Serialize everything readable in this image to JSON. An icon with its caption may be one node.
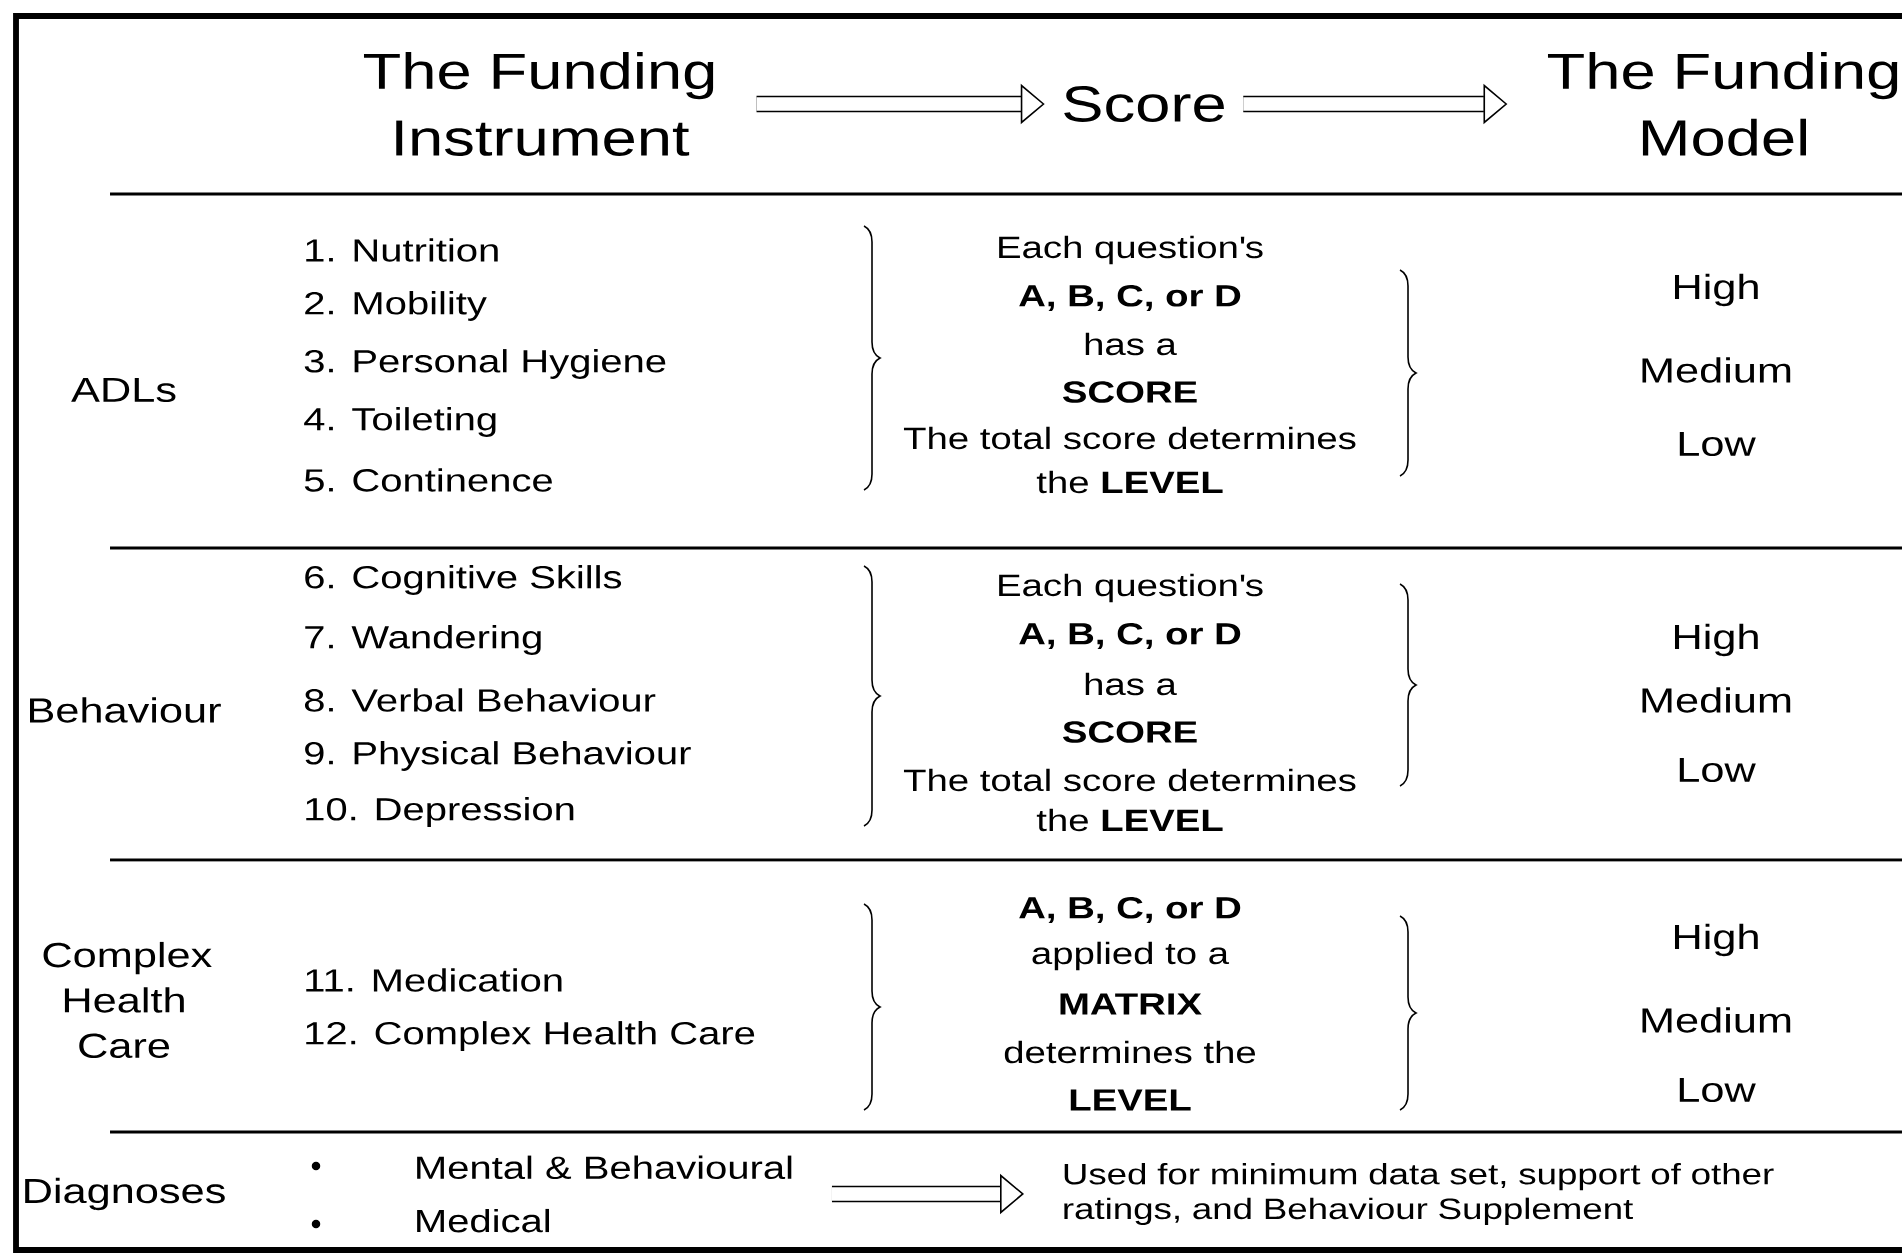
{
  "diagram": {
    "nodes": [
      {
        "text": [
          "The Funding Instrument"
        ]
      },
      {
        "text": [
          "Score"
        ]
      },
      {
        "text": [
          "The Funding Model"
        ]
      },
      {
        "text": [
          "Mental & Behavioural",
          "Medical"
        ]
      },
      {
        "text": [
          "Used for minimum data set, support of other ratings, and Behaviour Supplement"
        ]
      }
    ],
    "edges": [
      {
        "from": 0,
        "to": 1,
        "arrow": "to"
      },
      {
        "from": 1,
        "to": 2,
        "arrow": "to"
      },
      {
        "from": 3,
        "to": 4,
        "arrow": "to"
      }
    ],
    "labels": [
      "ADLs",
      "1. Nutrition",
      "2. Mobility",
      "3. Personal Hygiene",
      "4. Toileting",
      "5. Continence",
      "Each question's",
      "**A, B, C, or D**",
      "has a",
      "**SCORE**",
      "The total score determines",
      "the **LEVEL**",
      "High",
      "Medium",
      "Low",
      "Behaviour",
      "6. Cognitive Skills",
      "7. Wandering",
      "8. Verbal Behaviour",
      "9. Physical Behaviour",
      "10. Depression",
      "Each question's",
      "**A, B, C, or D**",
      "has a",
      "**SCORE**",
      "The total score determines",
      "the **LEVEL**",
      "High",
      "Medium",
      "Low",
      "Complex Health Care",
      "11. Medication",
      "12. Complex Health Care",
      "**A, B, C, or D**",
      "applied to a",
      "**MATRIX**",
      "determines the",
      "**LEVEL**",
      "High",
      "Medium",
      "Low",
      "Diagnoses"
    ]
  }
}
